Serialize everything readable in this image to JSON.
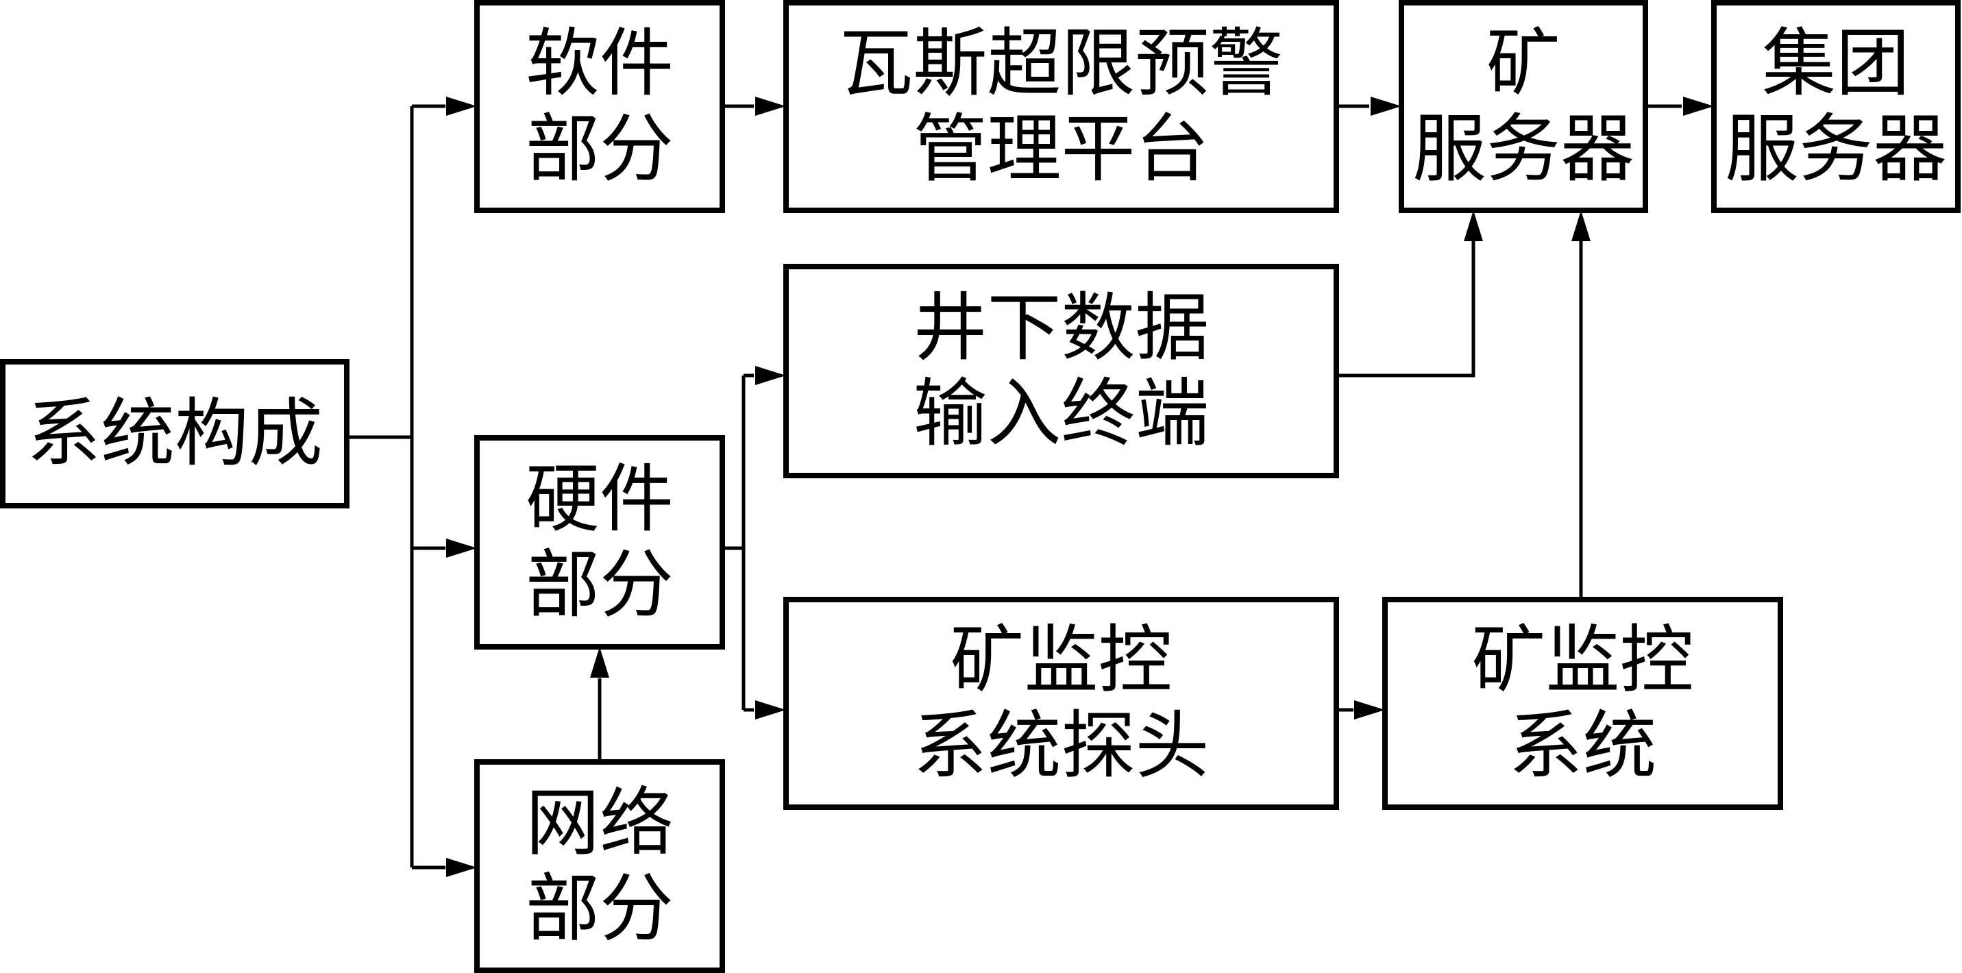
{
  "title": "系统构成",
  "nodes": [
    {
      "id": "system",
      "lines": [
        "系统构成"
      ]
    },
    {
      "id": "software",
      "lines": [
        "软件",
        "部分"
      ]
    },
    {
      "id": "hardware",
      "lines": [
        "硬件",
        "部分"
      ]
    },
    {
      "id": "network",
      "lines": [
        "网络",
        "部分"
      ]
    },
    {
      "id": "gas-platform",
      "lines": [
        "瓦斯超限预警",
        "管理平台"
      ]
    },
    {
      "id": "data-terminal",
      "lines": [
        "井下数据",
        "输入终端"
      ]
    },
    {
      "id": "probe",
      "lines": [
        "矿监控",
        "系统探头"
      ]
    },
    {
      "id": "mine-server",
      "lines": [
        "矿",
        "服务器"
      ]
    },
    {
      "id": "group-server",
      "lines": [
        "集团",
        "服务器"
      ]
    },
    {
      "id": "monitor-system",
      "lines": [
        "矿监控",
        "系统"
      ]
    }
  ],
  "edges": [
    {
      "from": "system",
      "to": "software"
    },
    {
      "from": "system",
      "to": "hardware"
    },
    {
      "from": "system",
      "to": "network"
    },
    {
      "from": "network",
      "to": "hardware"
    },
    {
      "from": "software",
      "to": "gas-platform"
    },
    {
      "from": "gas-platform",
      "to": "mine-server"
    },
    {
      "from": "mine-server",
      "to": "group-server"
    },
    {
      "from": "hardware",
      "to": "data-terminal"
    },
    {
      "from": "hardware",
      "to": "probe"
    },
    {
      "from": "data-terminal",
      "to": "mine-server"
    },
    {
      "from": "probe",
      "to": "monitor-system"
    },
    {
      "from": "monitor-system",
      "to": "mine-server"
    }
  ]
}
